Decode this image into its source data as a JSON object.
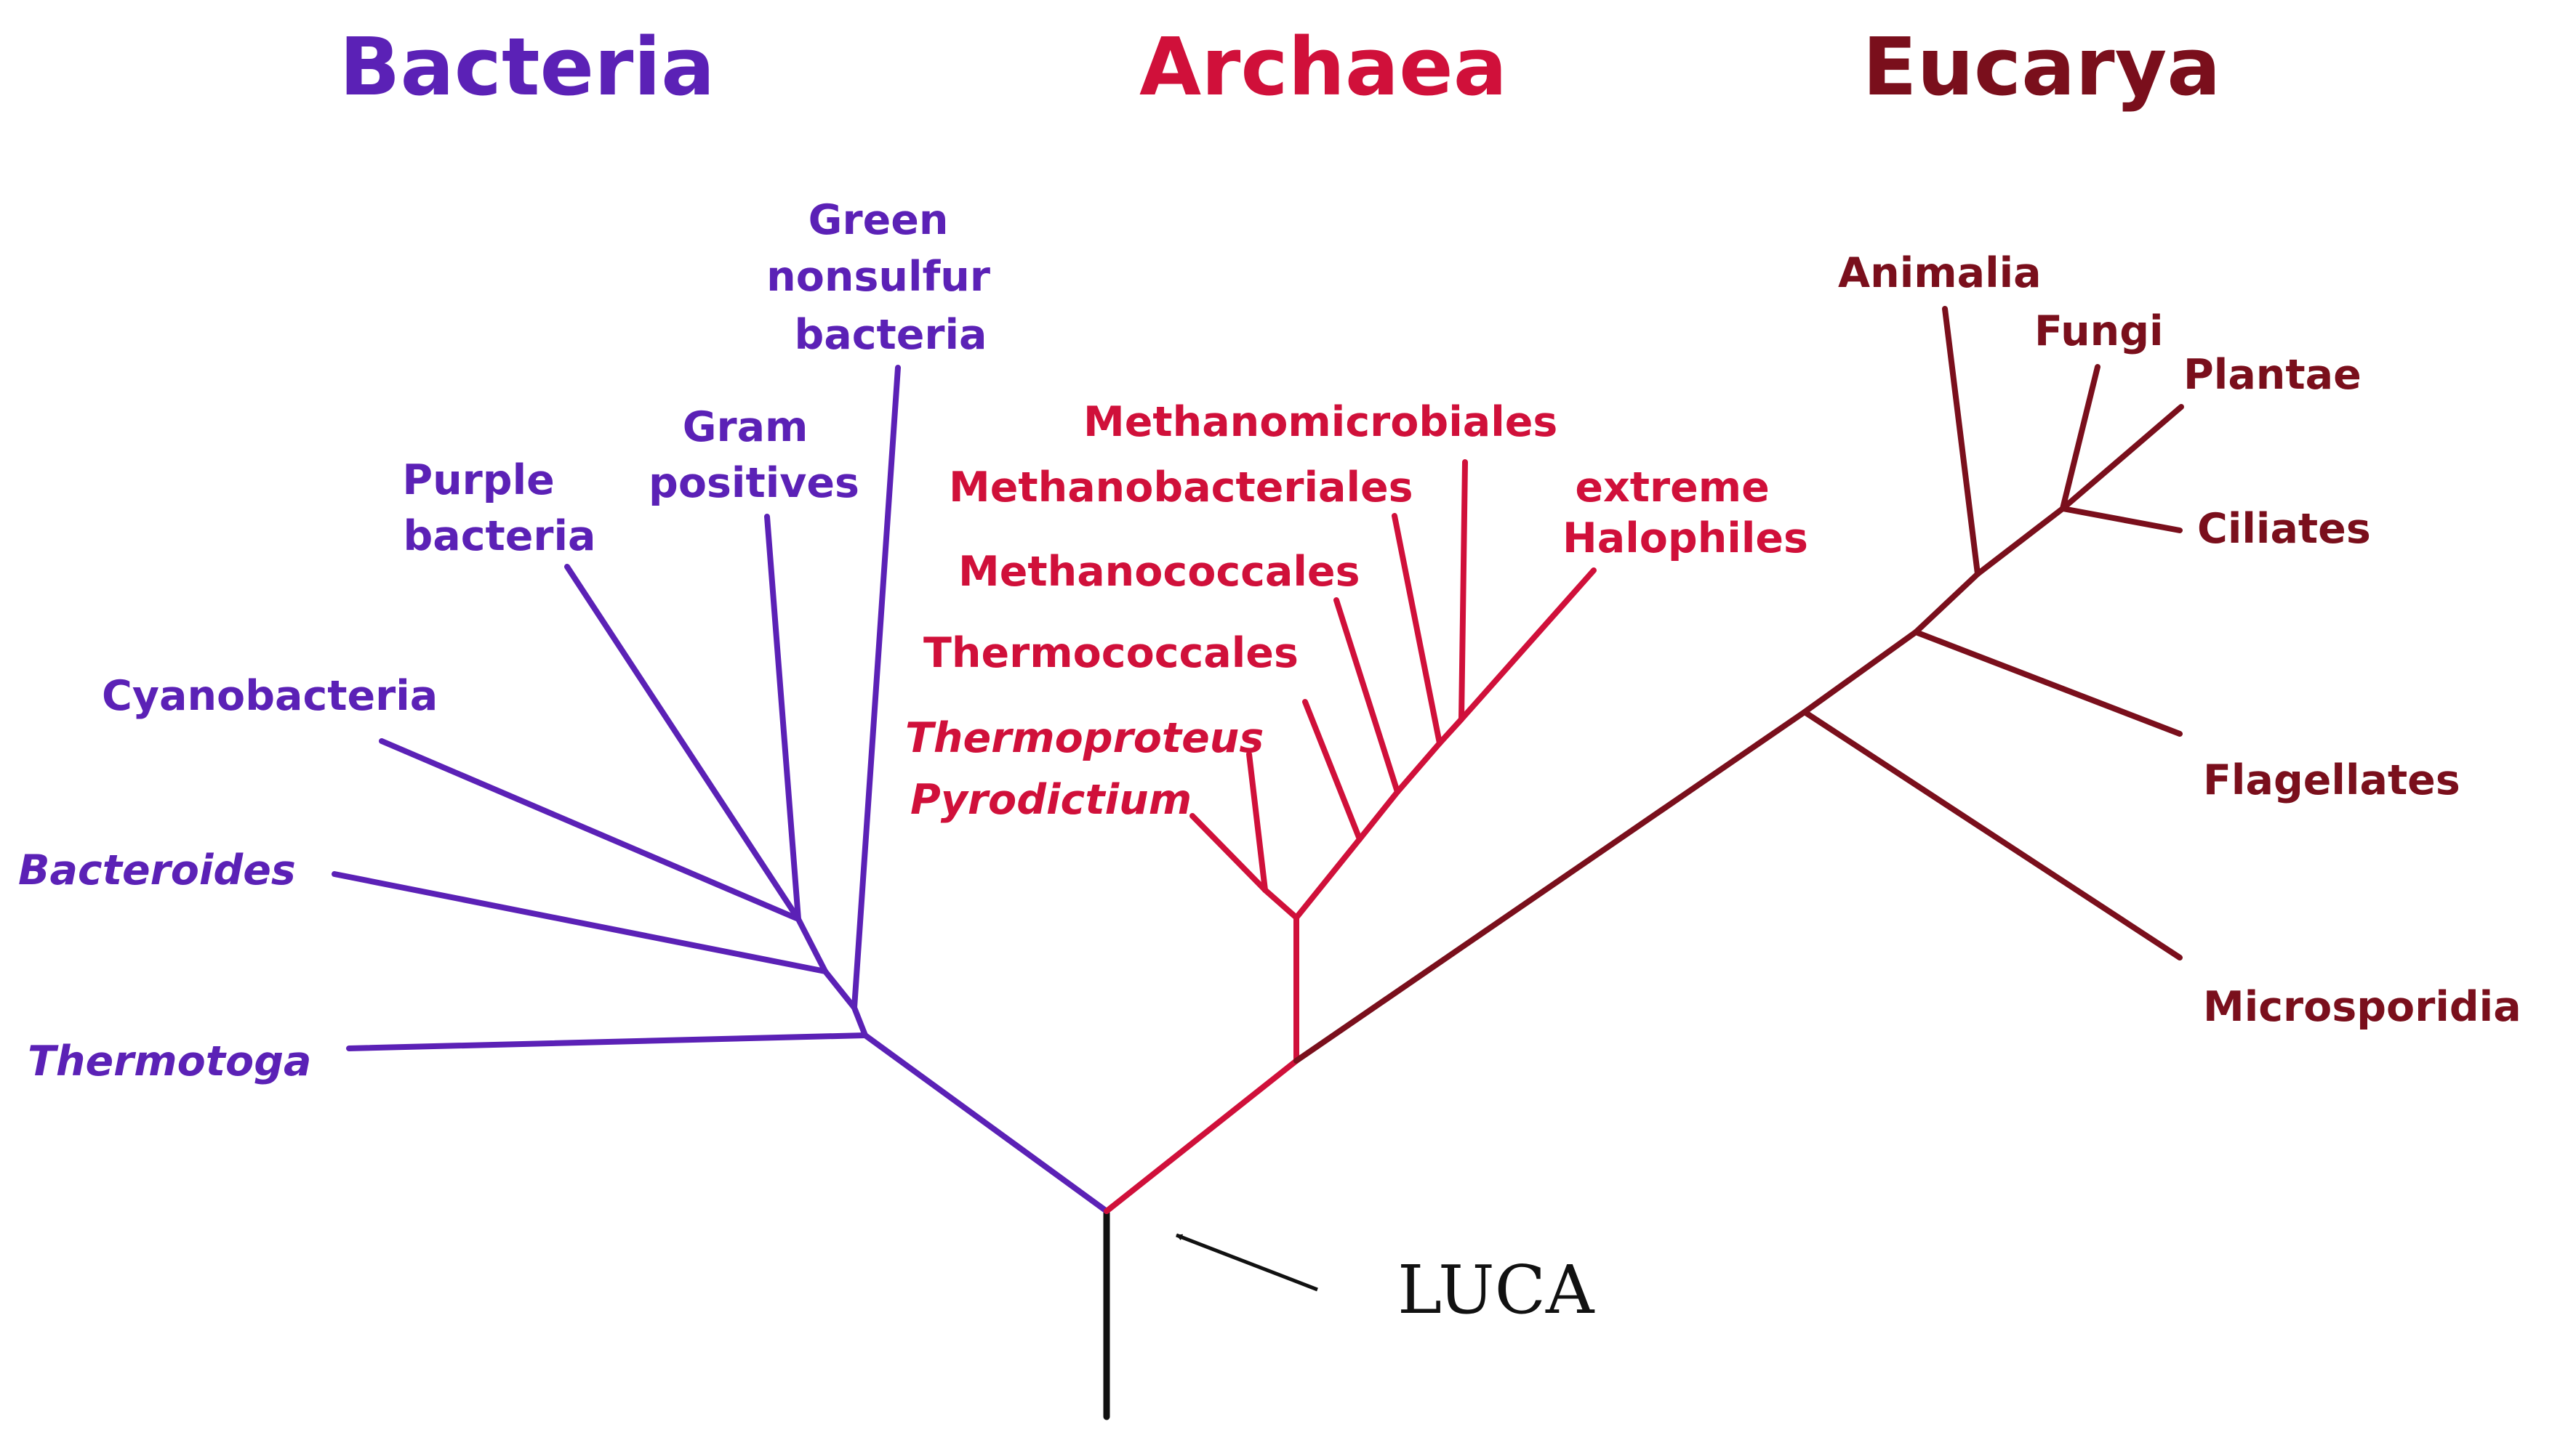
{
  "colors": {
    "bacteria": "#5b21b6",
    "archaea": "#d0103a",
    "eucarya": "#7a0f1c",
    "root": "#111111"
  },
  "domains": {
    "bacteria": "Bacteria",
    "archaea": "Archaea",
    "eucarya": "Eucarya"
  },
  "bacteria_leaves": {
    "green_nonsulfur": [
      "Green",
      "nonsulfur",
      "bacteria"
    ],
    "gram_positives": [
      "Gram",
      "positives"
    ],
    "purple_bacteria": [
      "Purple",
      "bacteria"
    ],
    "cyanobacteria": "Cyanobacteria",
    "bacteroides": "Bacteroides",
    "thermotoga": "Thermotoga"
  },
  "archaea_leaves": {
    "methanomicrobiales": "Methanomicrobiales",
    "methanobacteriales": "Methanobacteriales",
    "methanococcales": "Methanococcales",
    "thermococcales": "Thermococcales",
    "thermoproteus": "Thermoproteus",
    "pyrodictium": "Pyrodictium",
    "extreme_halophiles": [
      "extreme",
      "Halophiles"
    ]
  },
  "eucarya_leaves": {
    "animalia": "Animalia",
    "fungi": "Fungi",
    "plantae": "Plantae",
    "ciliates": "Ciliates",
    "flagellates": "Flagellates",
    "microsporidia": "Microsporidia"
  },
  "root_label": "LUCA"
}
